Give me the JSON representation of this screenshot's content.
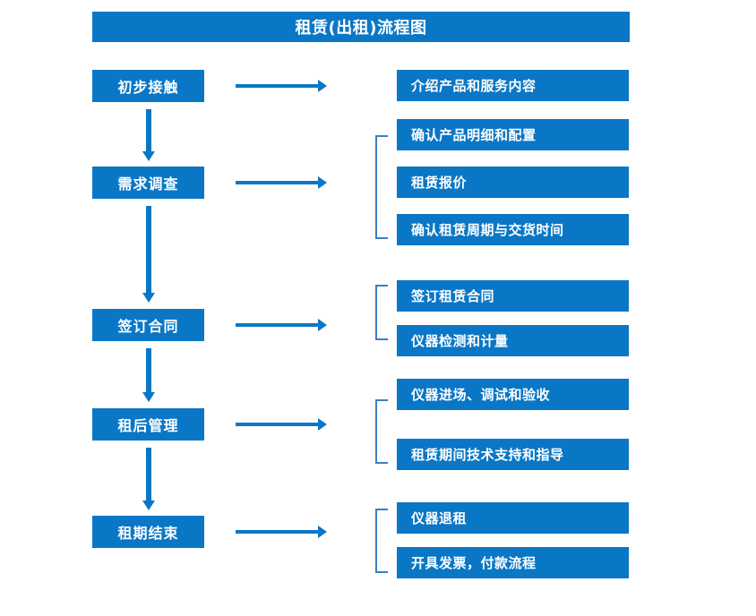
{
  "title": "租赁(出租)流程图",
  "theme": {
    "accent": "#0a77c6",
    "bracket": "#3a7fc0",
    "text_on_accent": "#ffffff",
    "background": "#ffffff"
  },
  "stages": [
    {
      "id": "stage-1",
      "label": "初步接触"
    },
    {
      "id": "stage-2",
      "label": "需求调查"
    },
    {
      "id": "stage-3",
      "label": "签订合同"
    },
    {
      "id": "stage-4",
      "label": "租后管理"
    },
    {
      "id": "stage-5",
      "label": "租期结束"
    }
  ],
  "details": [
    {
      "id": "detail-1-1",
      "label": "介绍产品和服务内容"
    },
    {
      "id": "detail-2-1",
      "label": "确认产品明细和配置"
    },
    {
      "id": "detail-2-2",
      "label": "租赁报价"
    },
    {
      "id": "detail-2-3",
      "label": "确认租赁周期与交货时间"
    },
    {
      "id": "detail-3-1",
      "label": "签订租赁合同"
    },
    {
      "id": "detail-3-2",
      "label": "仪器检测和计量"
    },
    {
      "id": "detail-4-1",
      "label": "仪器进场、调试和验收"
    },
    {
      "id": "detail-4-2",
      "label": "租赁期间技术支持和指导"
    },
    {
      "id": "detail-5-1",
      "label": "仪器退租"
    },
    {
      "id": "detail-5-2",
      "label": "开具发票，付款流程"
    }
  ],
  "connectors": {
    "horizontal_arrow_count": 5,
    "vertical_arrow_count": 4,
    "bracket_count": 4,
    "arrow_direction_horizontal": "right",
    "arrow_direction_vertical": "down"
  }
}
